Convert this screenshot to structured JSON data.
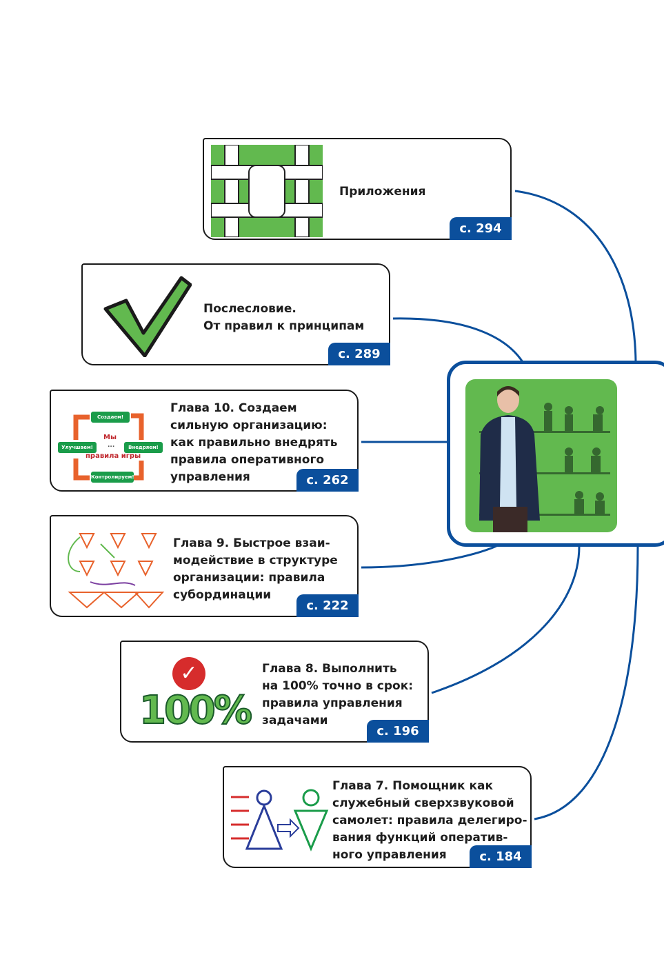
{
  "center": {
    "photo": "author-photo"
  },
  "entries": [
    {
      "title": "Приложения",
      "page": "с. 294",
      "icon": "hands-icon"
    },
    {
      "title": "Послесловие.\nОт правил к принципам",
      "page": "с. 289",
      "icon": "checkmark-icon"
    },
    {
      "title": "Глава 10. Создаем\nсильную организацию:\nкак правильно внедрять\nправила оперативного\nуправления",
      "page": "с. 262",
      "icon": "cycle-diagram-icon",
      "diagram": {
        "top": "Создаем!",
        "right": "Внедряем!",
        "bottom": "Контролируем!",
        "left": "Улучшаем!",
        "center1": "Мы",
        "center2": "...",
        "center3": "правила игры"
      }
    },
    {
      "title": "Глава 9. Быстрое взаи-\nмодействие в структуре\nорганизации: правила\nсубординации",
      "page": "с. 222",
      "icon": "org-structure-icon"
    },
    {
      "title": "Глава 8. Выполнить\nна 100% точно в срок:\nправила управления\nзадачами",
      "page": "с. 196",
      "icon": "hundred-percent-icon",
      "badge_text": "100%"
    },
    {
      "title": "Глава 7. Помощник как\nслужебный сверхзвуковой\nсамолет: правила делегиро-\nвания функций оператив-\nного управления",
      "page": "с. 184",
      "icon": "delegation-icon"
    }
  ],
  "colors": {
    "blue": "#0b4f9c",
    "green": "#62b94f",
    "orange": "#e8622c"
  }
}
